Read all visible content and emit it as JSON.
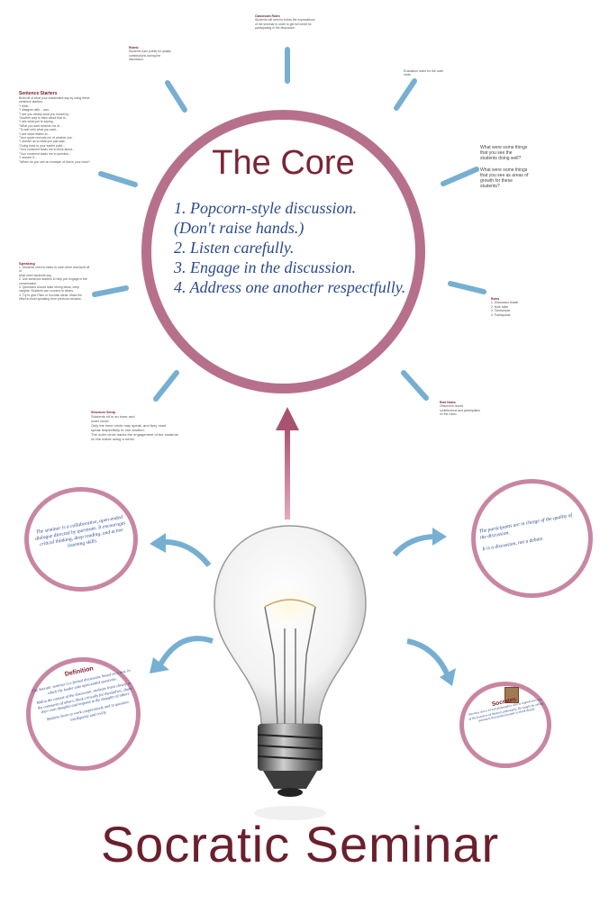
{
  "core": {
    "title": "The Core",
    "items": [
      "1.  Popcorn-style discussion.",
      "(Don't raise hands.)",
      "2.  Listen carefully.",
      "3.  Engage in the discussion.",
      "4.  Address one another respectfully."
    ]
  },
  "title": "Socratic Seminar",
  "notes": {
    "sentence_starters_title": "Sentence Starters",
    "sentence_starters_lines": [
      "Build off of what your classmates say by using these",
      "sentence starters:",
      "\"I think...",
      "\"I disagree with... and...",
      "\"I see you clearly what you meant by...",
      "\"Another way to think about that is...",
      "\"I see what you're saying...",
      "\"What you said reminds me of...",
      "\"To add onto what you said...",
      "\"I see what relates to...",
      "\"Your quote reminds me of another one.",
      "\"I wonder as to what you just said...",
      "\"Going back to your earlier point...",
      "\"Your comment leads me to think about...",
      "\"Your comment leads me to question...",
      "\"I wonder if...",
      "\"Where do you see an example of that in your book?"
    ],
    "speaking_title": "Speaking",
    "speaking_lines": [
      "1. Students need to listen to each other and build off of",
      "   what other students say.",
      "2. Use sentence starters to help you engage in the",
      "   conversation.",
      "3. Questions should raise strong ideas, deep",
      "   insights. Students can connect to others.",
      "4. Try to give Plato or Socratic ideas. Make the",
      "   effort to build speaking from previous remarks."
    ],
    "structure_title": "Structure Setup",
    "structure_lines": [
      "Students sit in an inner and",
      "outer circle.",
      "Only the inner circle may speak, and they must",
      "speak respectfully to one another.",
      "The outer circle tracks the engagement of the students",
      "on the inside using a rubric."
    ],
    "assess_lines": [
      "What were some things",
      "that you see the",
      "students doing well?",
      "",
      "What were some things",
      "that you see as areas of",
      "growth for these",
      "students?"
    ]
  },
  "circles": {
    "left_top": "The seminar is a collaborative, open-ended dialogue directed by questions. It encourages critical thinking, deep reading, and active listening skills.",
    "right_top_1": "The participants are in charge of the quality of the discussion.",
    "right_top_2": "It is a discussion, not a debate.",
    "definition_title": "Definition",
    "definition_text_1": "The Socratic seminar is a formal discussion, based on a text, in which the leader asks open-ended questions.",
    "definition_text_2": "Within the context of the discussion, students listen closely to the comments of others, think critically for themselves, share their own thoughts and respond to the thoughts of others.",
    "definition_text_3": "Students learn to work cooperatively and to question intelligently and civilly.",
    "socrates_title": "Socrates",
    "socrates_text": "Socrates was a Greek philosopher who is regarded as one of the founders of Western philosophy. He taught by asking questions that pushed people to think deeply."
  },
  "colors": {
    "ring": "#b7708c",
    "arrow_blue": "#76afd1",
    "title": "#6b1f2c",
    "text_blue": "#2b4a8c"
  }
}
